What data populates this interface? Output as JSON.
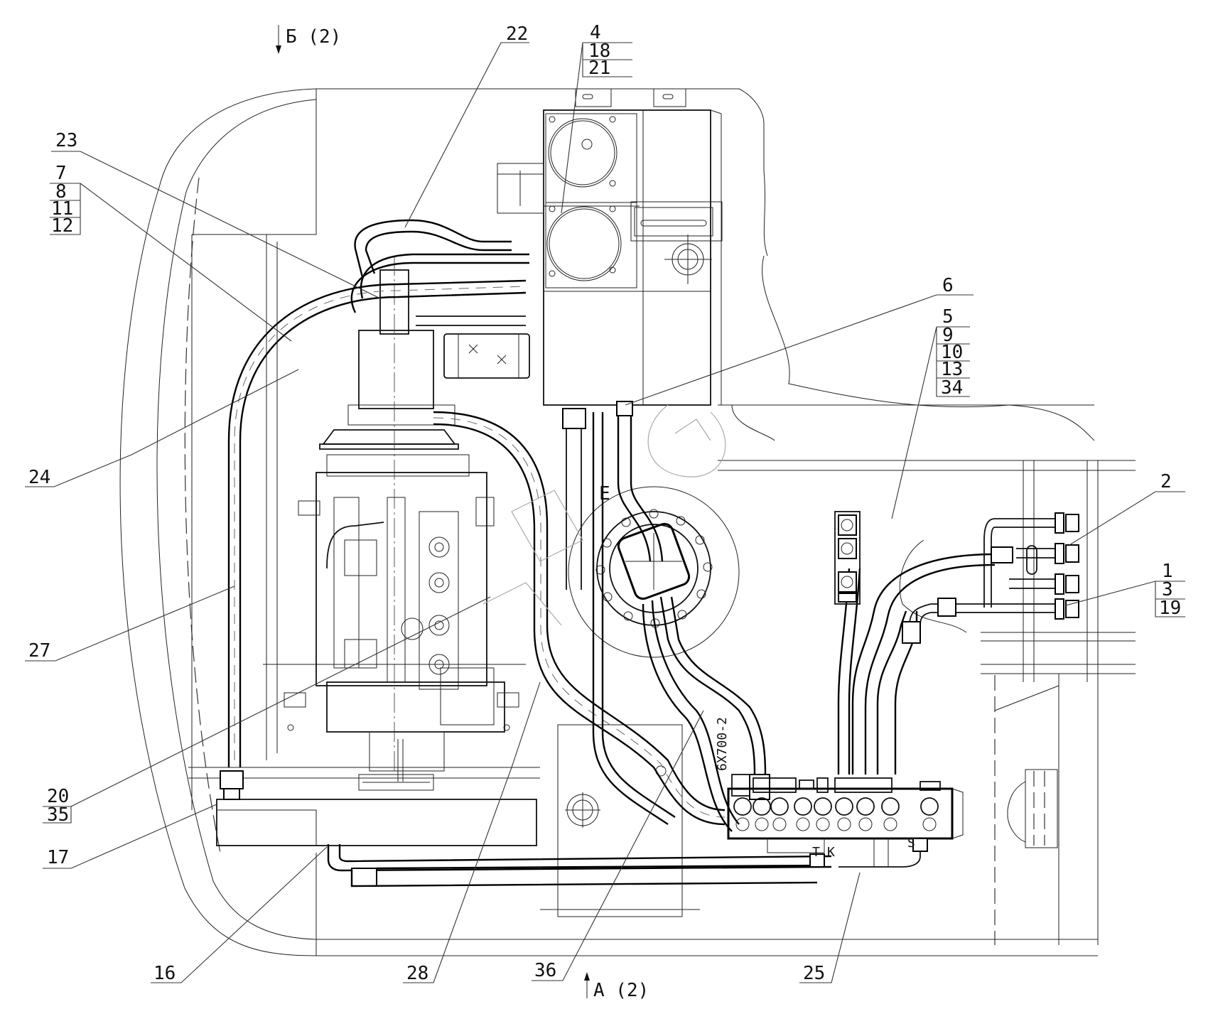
{
  "drawing": {
    "view_marks": {
      "top": {
        "letter": "Б (2)",
        "arrow": "down"
      },
      "bottom": {
        "letter": "A (2)",
        "arrow": "up"
      }
    },
    "detail_label": "E",
    "hose_marking": "6X700-2",
    "port_labels": [
      "T",
      "K",
      "S"
    ],
    "callouts": [
      {
        "id": "c22",
        "lines": [
          "22"
        ]
      },
      {
        "id": "c4",
        "lines": [
          "4",
          "18",
          "21"
        ]
      },
      {
        "id": "c23",
        "lines": [
          "23"
        ]
      },
      {
        "id": "c7",
        "lines": [
          "7",
          "8",
          "11",
          "12"
        ]
      },
      {
        "id": "c6",
        "lines": [
          "6"
        ]
      },
      {
        "id": "c5",
        "lines": [
          "5",
          "9",
          "10",
          "13",
          "34"
        ]
      },
      {
        "id": "c24",
        "lines": [
          "24"
        ]
      },
      {
        "id": "c2",
        "lines": [
          "2"
        ]
      },
      {
        "id": "c1",
        "lines": [
          "1",
          "3",
          "19"
        ]
      },
      {
        "id": "c27",
        "lines": [
          "27"
        ]
      },
      {
        "id": "c20",
        "lines": [
          "20",
          "35"
        ]
      },
      {
        "id": "c17",
        "lines": [
          "17"
        ]
      },
      {
        "id": "c16",
        "lines": [
          "16"
        ]
      },
      {
        "id": "c28",
        "lines": [
          "28"
        ]
      },
      {
        "id": "c36",
        "lines": [
          "36"
        ]
      },
      {
        "id": "c25",
        "lines": [
          "25"
        ]
      }
    ],
    "line_color": "#111111",
    "background": "#ffffff"
  }
}
